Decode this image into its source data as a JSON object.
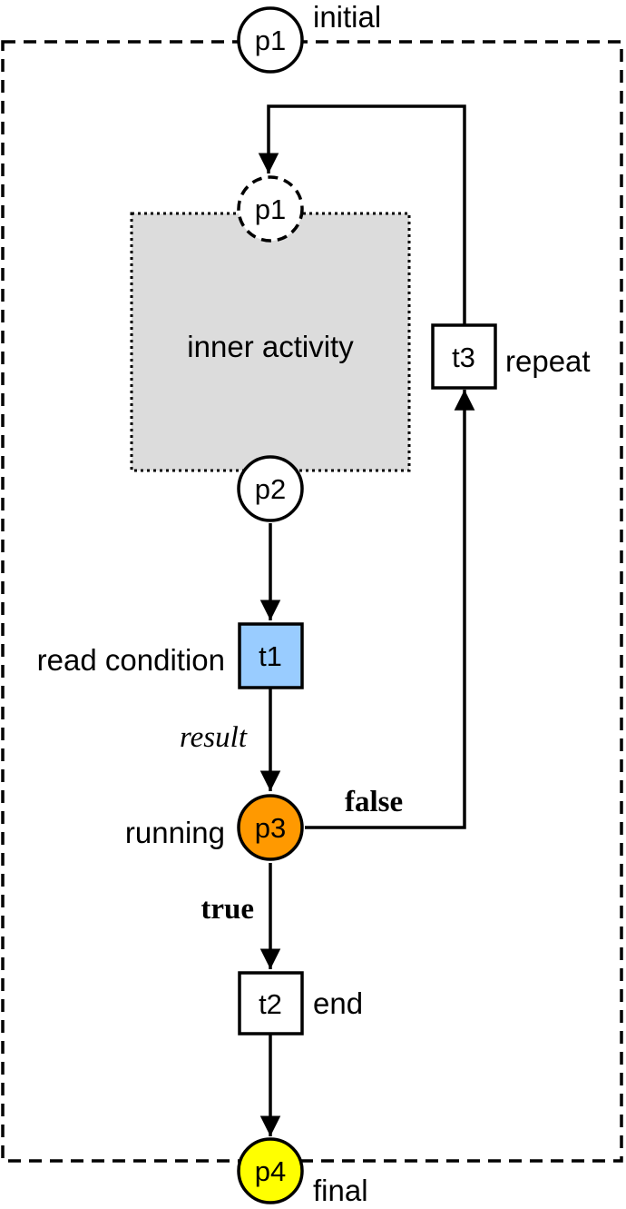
{
  "colors": {
    "inner_fill": "#dcdcdc",
    "t1_fill": "#99ccff",
    "p3_fill": "#ff9900",
    "p4_fill": "#ffff00",
    "default_fill": "#ffffff"
  },
  "places": {
    "p1_outer": {
      "label": "p1",
      "caption": "initial"
    },
    "p1_inner": {
      "label": "p1"
    },
    "p2": {
      "label": "p2"
    },
    "p3": {
      "label": "p3",
      "caption": "running"
    },
    "p4": {
      "label": "p4",
      "caption": "final"
    }
  },
  "transitions": {
    "t1": {
      "label": "t1",
      "caption": "read condition"
    },
    "t2": {
      "label": "t2",
      "caption": "end"
    },
    "t3": {
      "label": "t3",
      "caption": "repeat"
    }
  },
  "inner_activity": {
    "label": "inner activity"
  },
  "edge_labels": {
    "result": "result",
    "false": "false",
    "true": "true"
  }
}
